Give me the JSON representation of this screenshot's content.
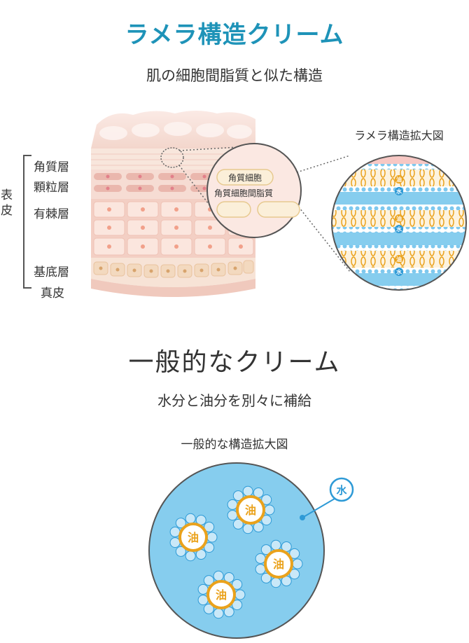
{
  "title": "ラメラ構造クリーム",
  "subtitle": "肌の細胞間脂質と似た構造",
  "skin_diagram": {
    "layers": [
      "角質層",
      "顆粒層",
      "有棘層",
      "基底層",
      "真皮"
    ],
    "epidermis_label": "表皮",
    "zoom_labels": {
      "corneocyte": "角質細胞",
      "lipid": "角質細胞間脂質"
    }
  },
  "lamellar_caption": "ラメラ構造拡大図",
  "lamellar_glyphs": {
    "oil": "油",
    "water": "水"
  },
  "section2": {
    "title": "一般的なクリーム",
    "subtitle": "水分と油分を別々に補給",
    "caption": "一般的な構造拡大図"
  },
  "general_diagram": {
    "oil_label": "油",
    "water_label": "水"
  },
  "colors": {
    "accent": "#1e93b8",
    "water_blue": "#7ec8ee",
    "oil_yellow": "#eaa21c",
    "skin_pink": "#f3cfc4"
  }
}
